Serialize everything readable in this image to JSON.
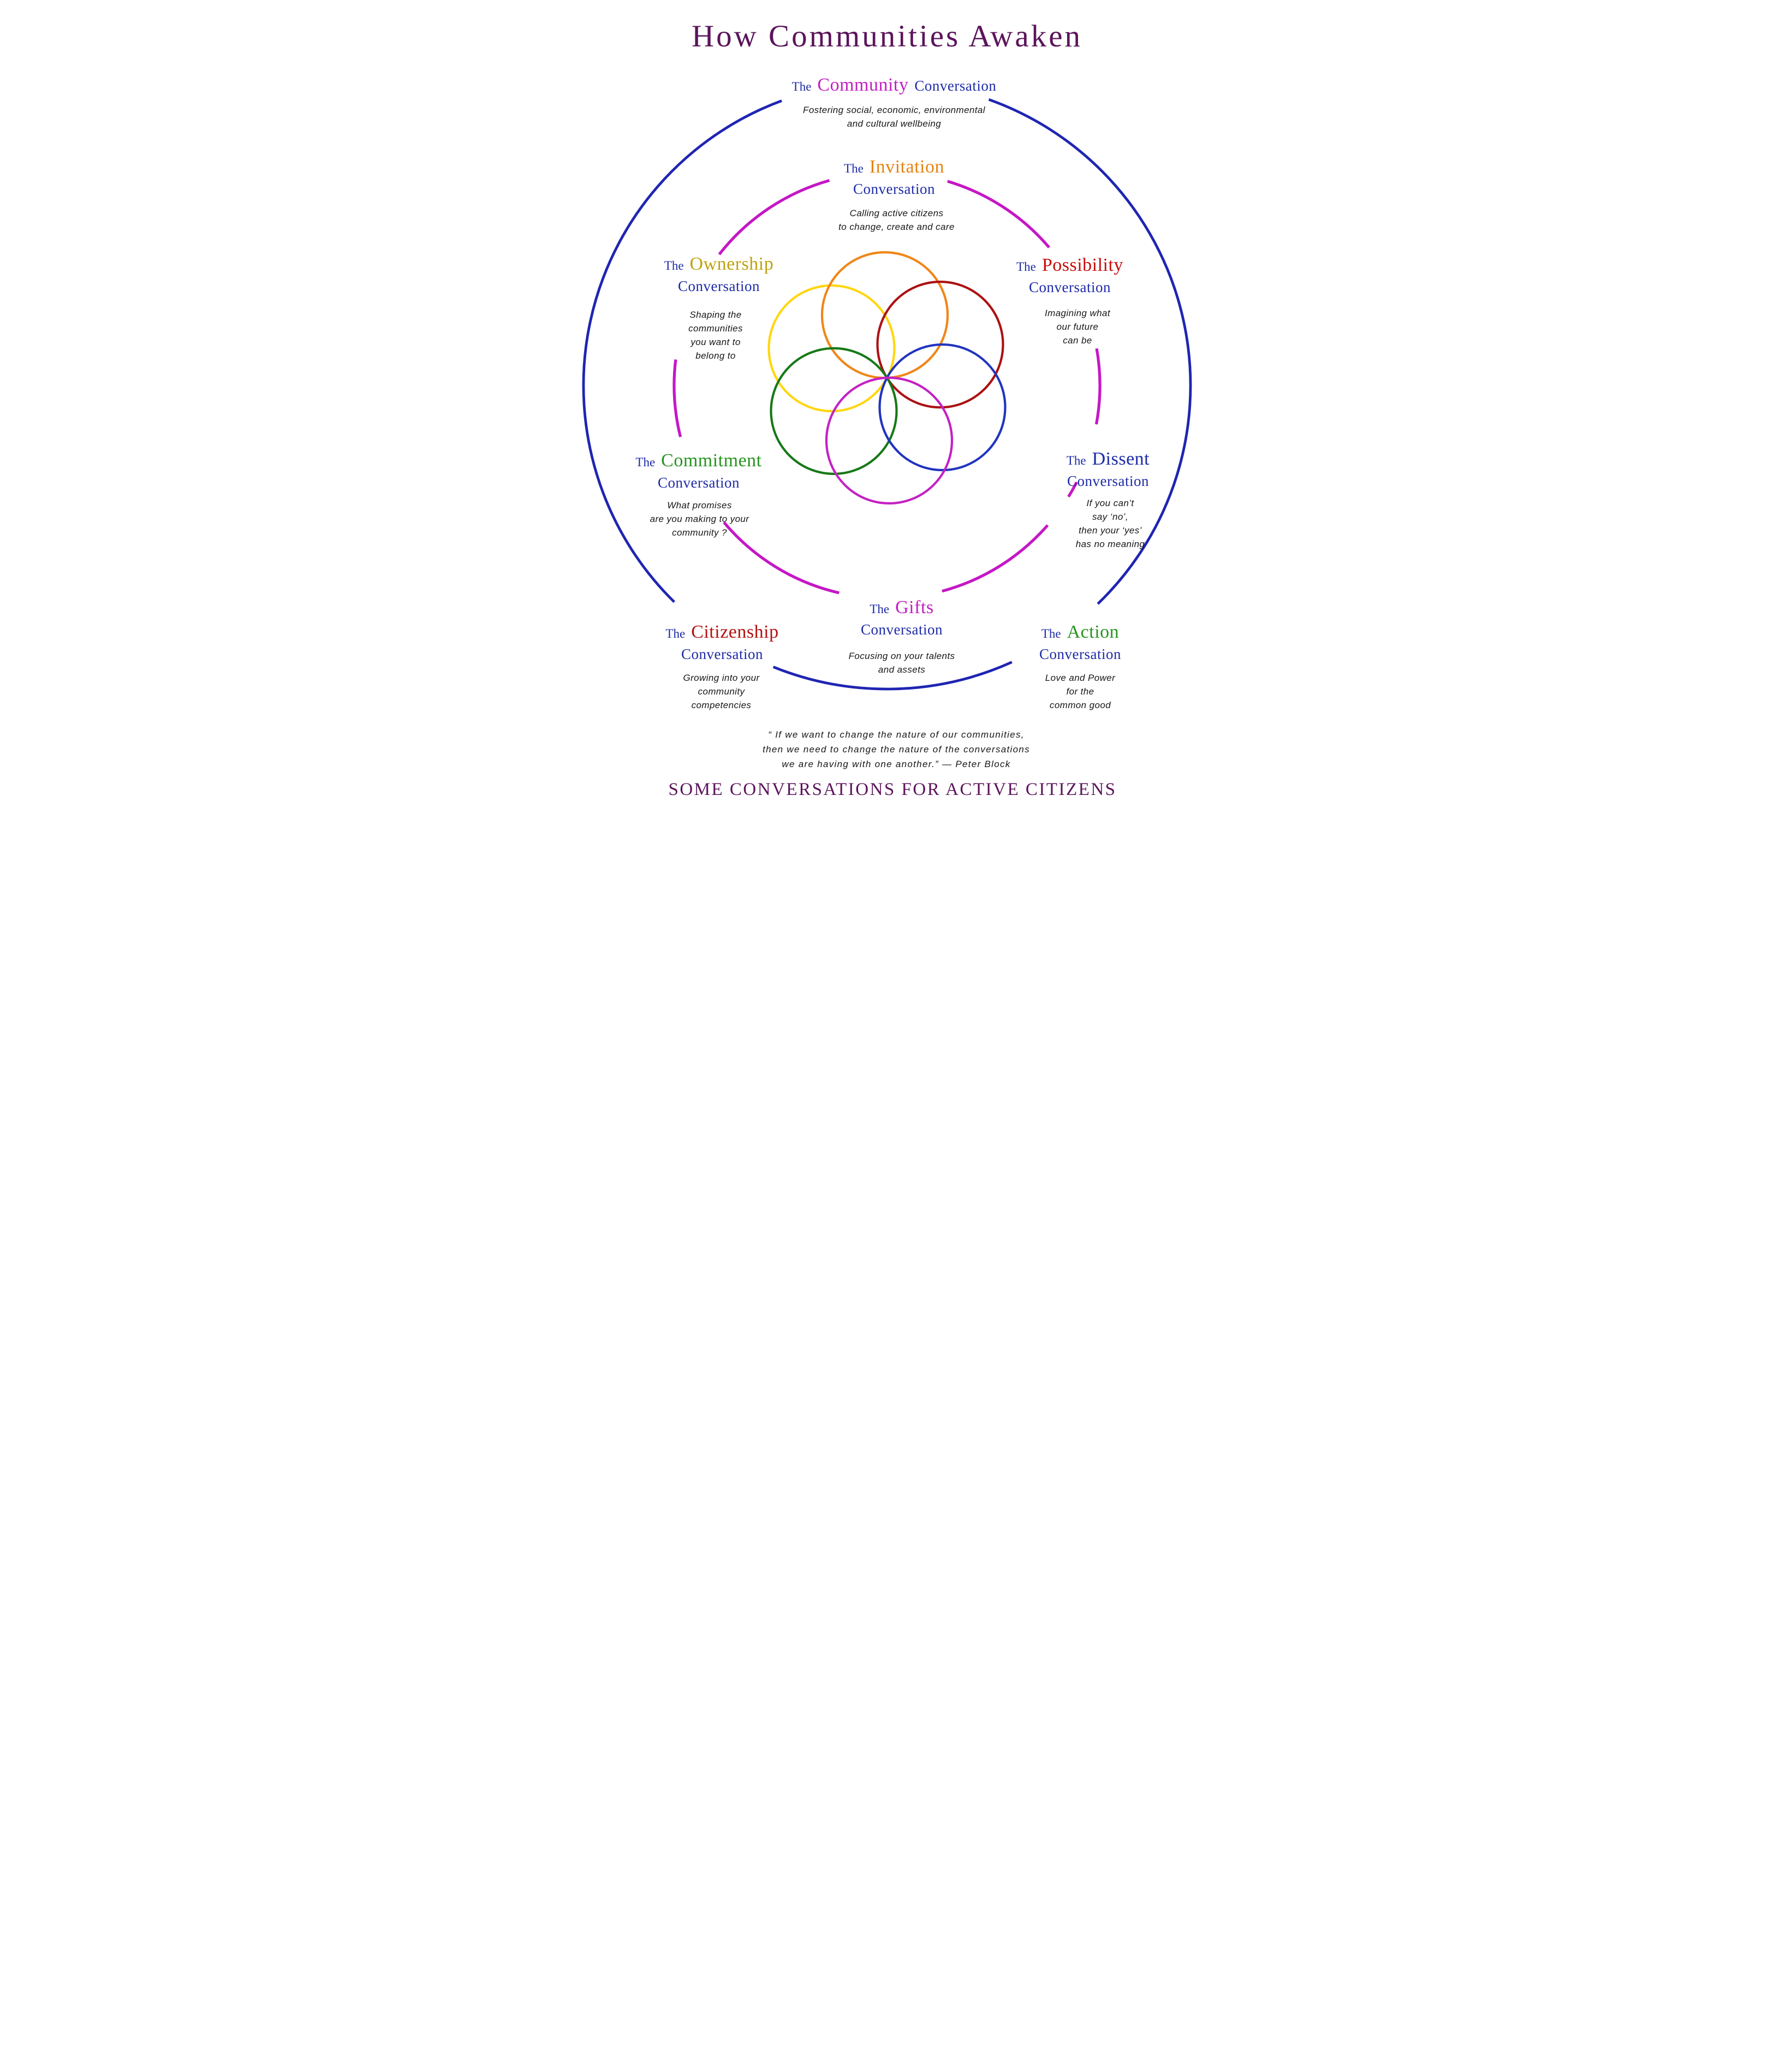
{
  "title": "How Communities Awaken",
  "footer": "SOME CONVERSATIONS FOR ACTIVE CITIZENS",
  "quote": {
    "line1": "“ If we want to change the nature of our communities,",
    "line2": "then we need to change the nature of the conversations",
    "line3": "we are having with one another.”  — Peter Block"
  },
  "colors": {
    "title": "#5B145B",
    "heading_blue": "#1E2BA8",
    "text": "#161616",
    "outer_ring": "#1F25B2",
    "inner_ring": "#C517C5",
    "petal_orange": "#F08619",
    "petal_yellow": "#FFD60E",
    "petal_red": "#AC1113",
    "petal_green": "#177917",
    "petal_blue": "#2134BE",
    "petal_magenta": "#C421C4"
  },
  "conversations": [
    {
      "the": "The",
      "word": "Community",
      "rest": "Conversation",
      "color": "#C21FC2",
      "desc": [
        "Fostering social, economic, environmental",
        "and cultural wellbeing"
      ]
    },
    {
      "the": "The",
      "word": "Invitation",
      "rest": "Conversation",
      "color": "#E6830F",
      "desc": [
        "Calling active citizens",
        "to change, create and care"
      ]
    },
    {
      "the": "The",
      "word": "Ownership",
      "rest": "Conversation",
      "color": "#BFA212",
      "desc": [
        "Shaping the",
        "communities",
        "you want to",
        "belong to"
      ]
    },
    {
      "the": "The",
      "word": "Possibility",
      "rest": "Conversation",
      "color": "#C70C0C",
      "desc": [
        "Imagining what",
        "our future",
        "can be"
      ]
    },
    {
      "the": "The",
      "word": "Commitment",
      "rest": "Conversation",
      "color": "#27941F",
      "desc": [
        "What promises",
        "are you making to your",
        "community ?"
      ]
    },
    {
      "the": "The",
      "word": "Dissent",
      "rest": "Conversation",
      "color": "#1E2BA8",
      "desc": [
        "If you can’t",
        "say ‘no’,",
        "then your ‘yes’",
        "has no meaning"
      ]
    },
    {
      "the": "The",
      "word": "Citizenship",
      "rest": "Conversation",
      "color": "#B31111",
      "desc": [
        "Growing into your",
        "community",
        "competencies"
      ]
    },
    {
      "the": "The",
      "word": "Gifts",
      "rest": "Conversation",
      "color": "#C21FC2",
      "desc": [
        "Focusing on your talents",
        "and assets"
      ]
    },
    {
      "the": "The",
      "word": "Action",
      "rest": "Conversation",
      "color": "#27941F",
      "desc": [
        "Love and Power",
        "for the",
        "common good"
      ]
    }
  ]
}
